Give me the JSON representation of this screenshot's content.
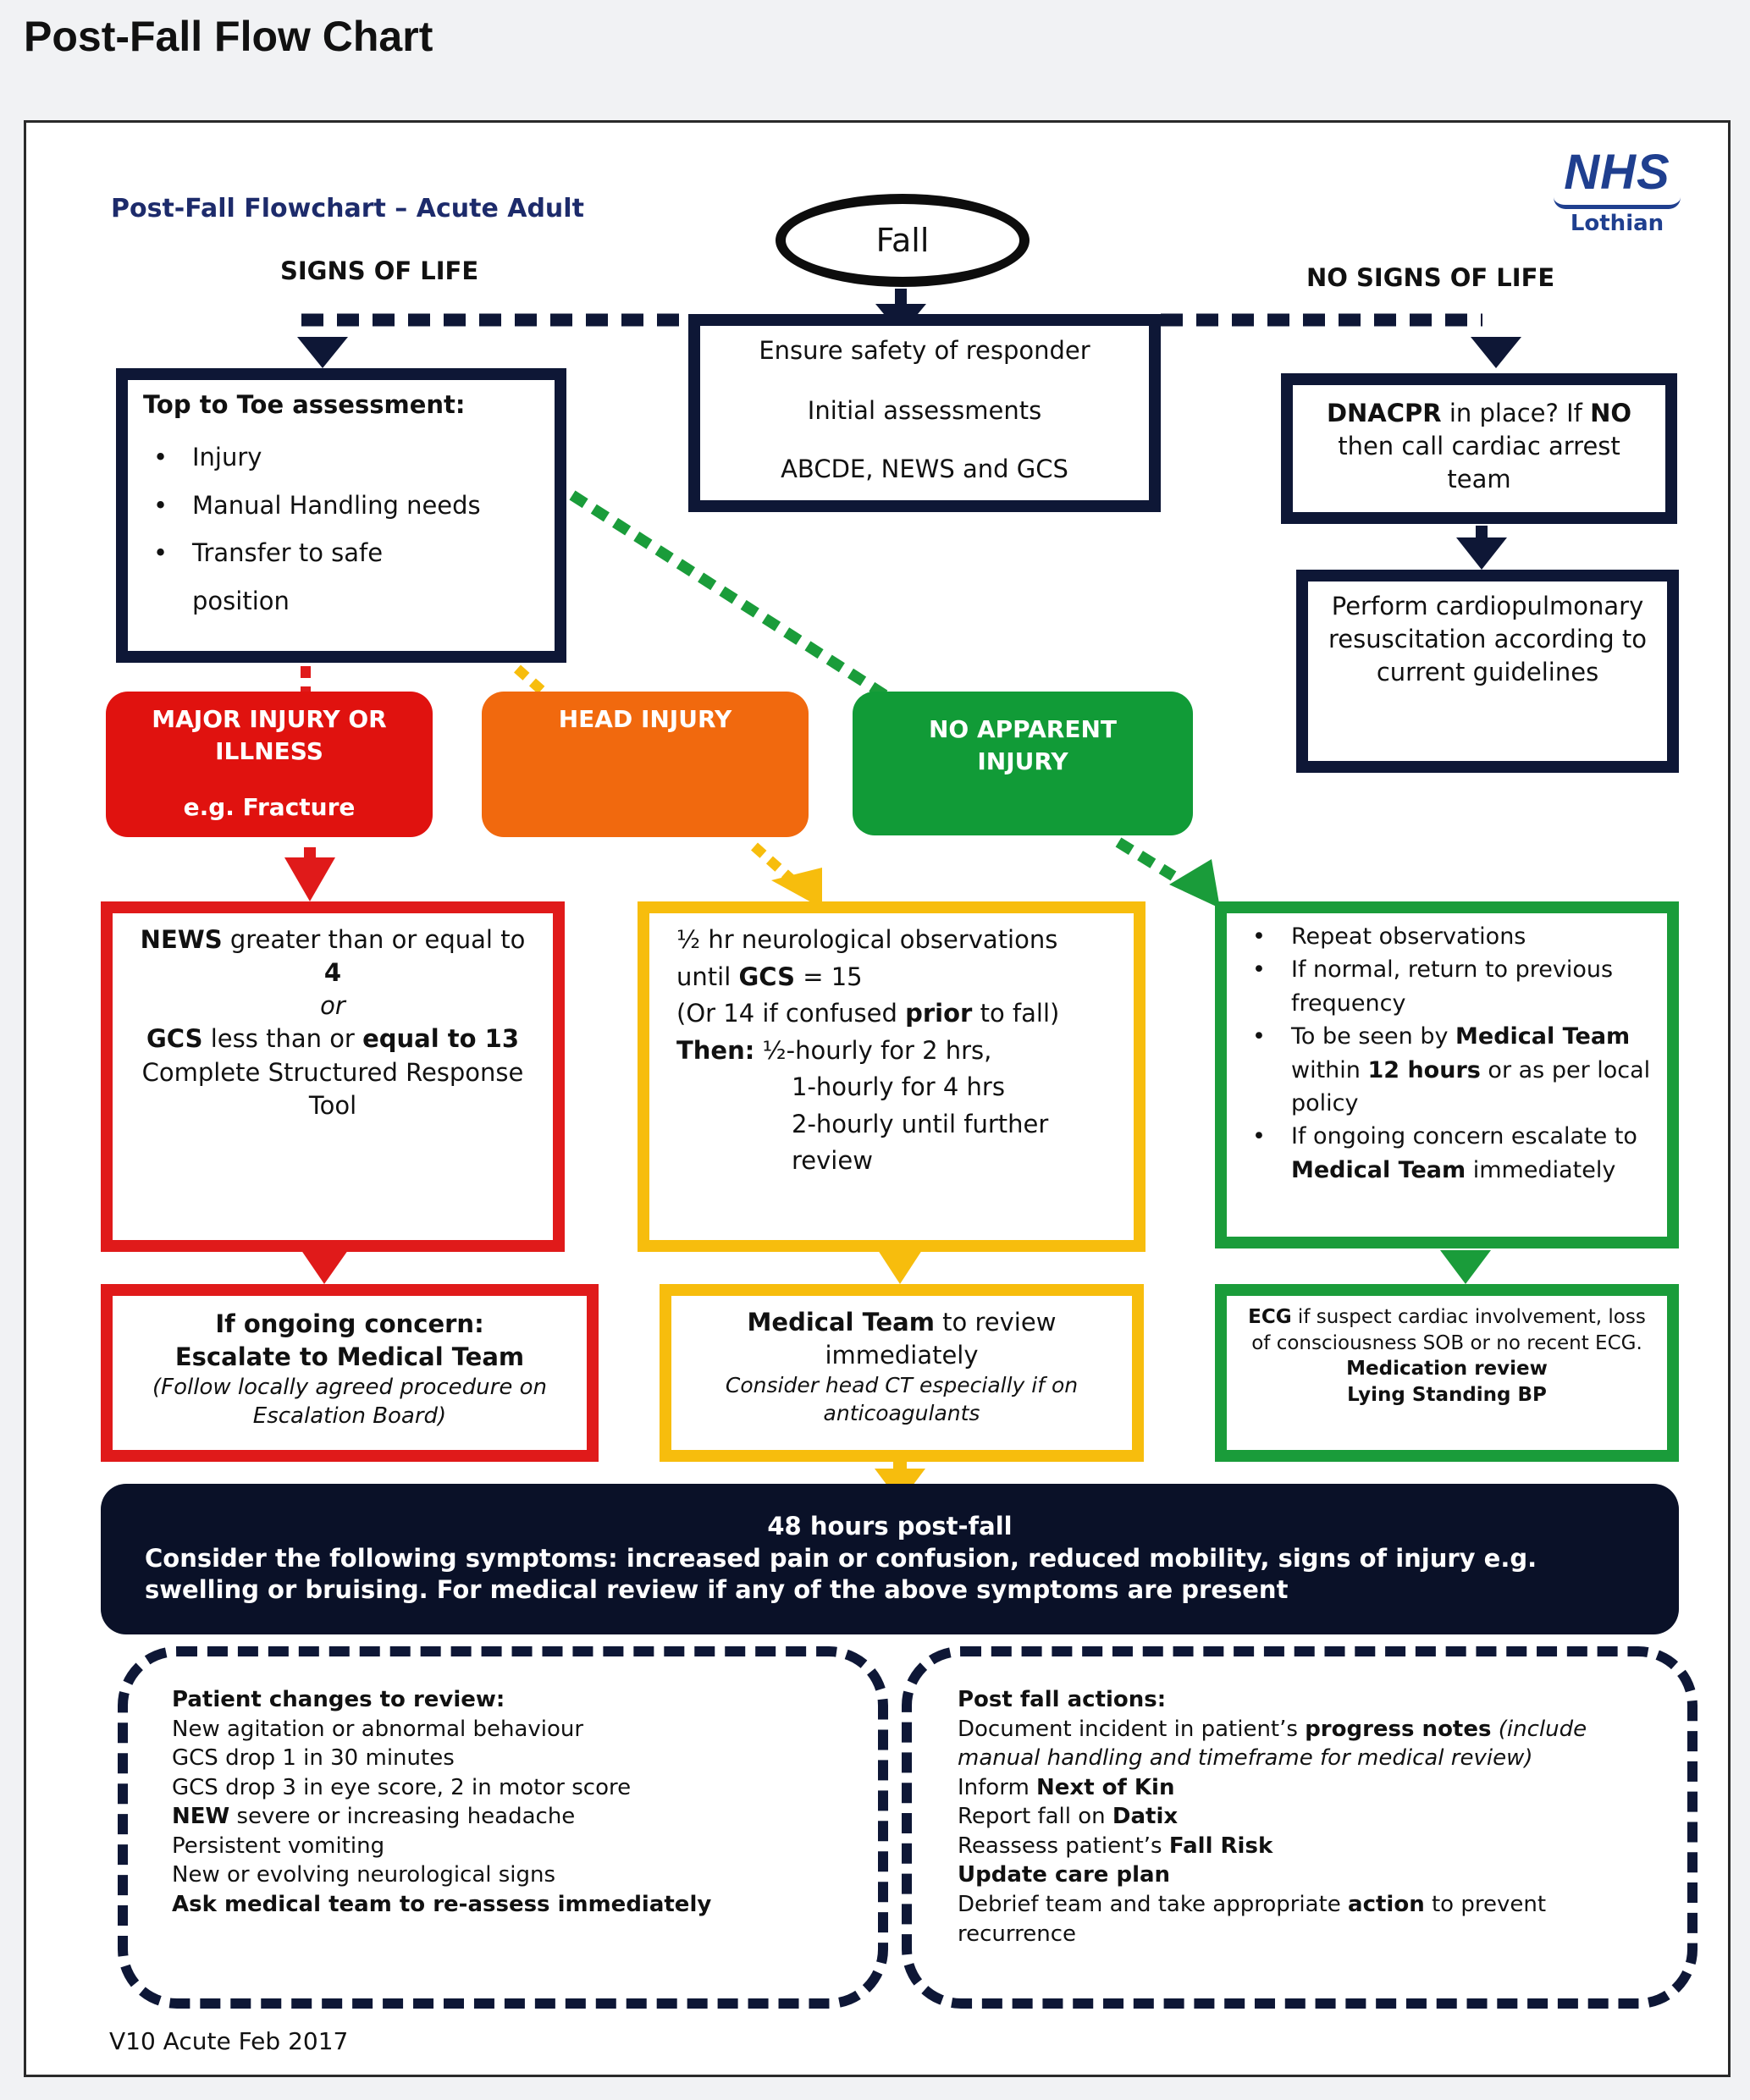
{
  "page_title": "Post-Fall Flow Chart",
  "chart": {
    "title": "Post-Fall Flowchart – Acute Adult",
    "logo": {
      "mark": "NHS",
      "sub": "Lothian"
    },
    "start": "Fall",
    "signs_of_life": "SIGNS OF LIFE",
    "no_signs_of_life": "NO SIGNS OF LIFE",
    "initial": {
      "line1": "Ensure safety of responder",
      "line2": "Initial assessments",
      "line3": "ABCDE, NEWS and GCS"
    },
    "top_to_toe": {
      "heading": "Top to Toe assessment:",
      "items": [
        "Injury",
        "Manual Handling needs",
        "Transfer to safe position"
      ]
    },
    "dnacpr": {
      "b1": "DNACPR",
      "t1": " in place?  If ",
      "b2": "NO",
      "t2": " then call cardiac arrest team"
    },
    "cpr": {
      "text": "Perform cardiopulmonary resuscitation according to current guidelines"
    },
    "categories": {
      "major": {
        "line1": "MAJOR INJURY OR ILLNESS",
        "line2": "e.g. Fracture"
      },
      "head": {
        "line1": "HEAD INJURY"
      },
      "none": {
        "line1": "NO APPARENT INJURY"
      }
    },
    "red_box": {
      "b1": "NEWS",
      "t1": " greater than or equal to ",
      "b2": "4",
      "or": "or",
      "b3": "GCS",
      "t3": " less than or ",
      "b4": "equal to 13",
      "t4": "Complete Structured Response Tool"
    },
    "yellow_box": {
      "l1": "½ hr neurological observations",
      "l2a": "until ",
      "l2b": "GCS",
      "l2c": " = 15",
      "l3a": "(Or 14 if confused ",
      "l3b": "prior",
      "l3c": " to fall)",
      "l4a": "Then:",
      "l4b": " ½-hourly for 2 hrs,",
      "l5": "1-hourly for 4 hrs",
      "l6": "2-hourly until further review"
    },
    "green_box": {
      "i1": "Repeat observations",
      "i2": "If normal, return to previous frequency",
      "i3a": "To be seen by ",
      "i3b": "Medical Team",
      "i3c": " within ",
      "i3d": "12 hours",
      "i3e": " or as per local policy",
      "i4a": "If ongoing concern escalate to ",
      "i4b": "Medical Team",
      "i4c": " immediately"
    },
    "red_escalate": {
      "l1": "If ongoing concern:",
      "l2": "Escalate to Medical Team",
      "l3": "(Follow locally agreed procedure on Escalation Board)"
    },
    "yellow_review": {
      "l1a": "Medical Team",
      "l1b": " to review immediately",
      "l2": "Consider head CT especially if on anticoagulants"
    },
    "green_ecg": {
      "l1a": "ECG",
      "l1b": " if suspect cardiac involvement, loss of consciousness SOB or no recent ECG.",
      "l2": "Medication review",
      "l3": "Lying Standing BP"
    },
    "post48": {
      "heading": "48 hours post-fall",
      "body": "Consider the following symptoms: increased pain or confusion, reduced mobility, signs of injury e.g. swelling or bruising. For medical review if any of the above symptoms are present"
    },
    "patient_changes": {
      "heading": "Patient changes to review:",
      "l1": "New agitation or abnormal behaviour",
      "l2": "GCS drop 1 in 30 minutes",
      "l3": "GCS drop 3 in eye score, 2 in motor score",
      "l4a": "NEW",
      "l4b": " severe or increasing headache",
      "l5": "Persistent vomiting",
      "l6": "New or evolving neurological signs",
      "l7": "Ask medical team to re-assess immediately"
    },
    "post_fall_actions": {
      "heading": "Post fall actions:",
      "l1a": "Document incident in patient’s ",
      "l1b": "progress notes",
      "l1c": " (include manual handling and timeframe for medical review)",
      "l2a": "Inform ",
      "l2b": "Next of Kin",
      "l3a": "Report fall on ",
      "l3b": "Datix",
      "l4a": "Reassess patient’s ",
      "l4b": "Fall Risk",
      "l5": "Update care plan",
      "l6a": "Debrief team and take appropriate ",
      "l6b": "action",
      "l6c": " to prevent recurrence"
    },
    "version": "V10 Acute Feb 2017",
    "colors": {
      "navy": "#0e1736",
      "red": "#e01a1a",
      "orange": "#f1690e",
      "yellow": "#f7bd0d",
      "green": "#1a9c3a",
      "nhs_blue": "#1f3f8f"
    }
  }
}
